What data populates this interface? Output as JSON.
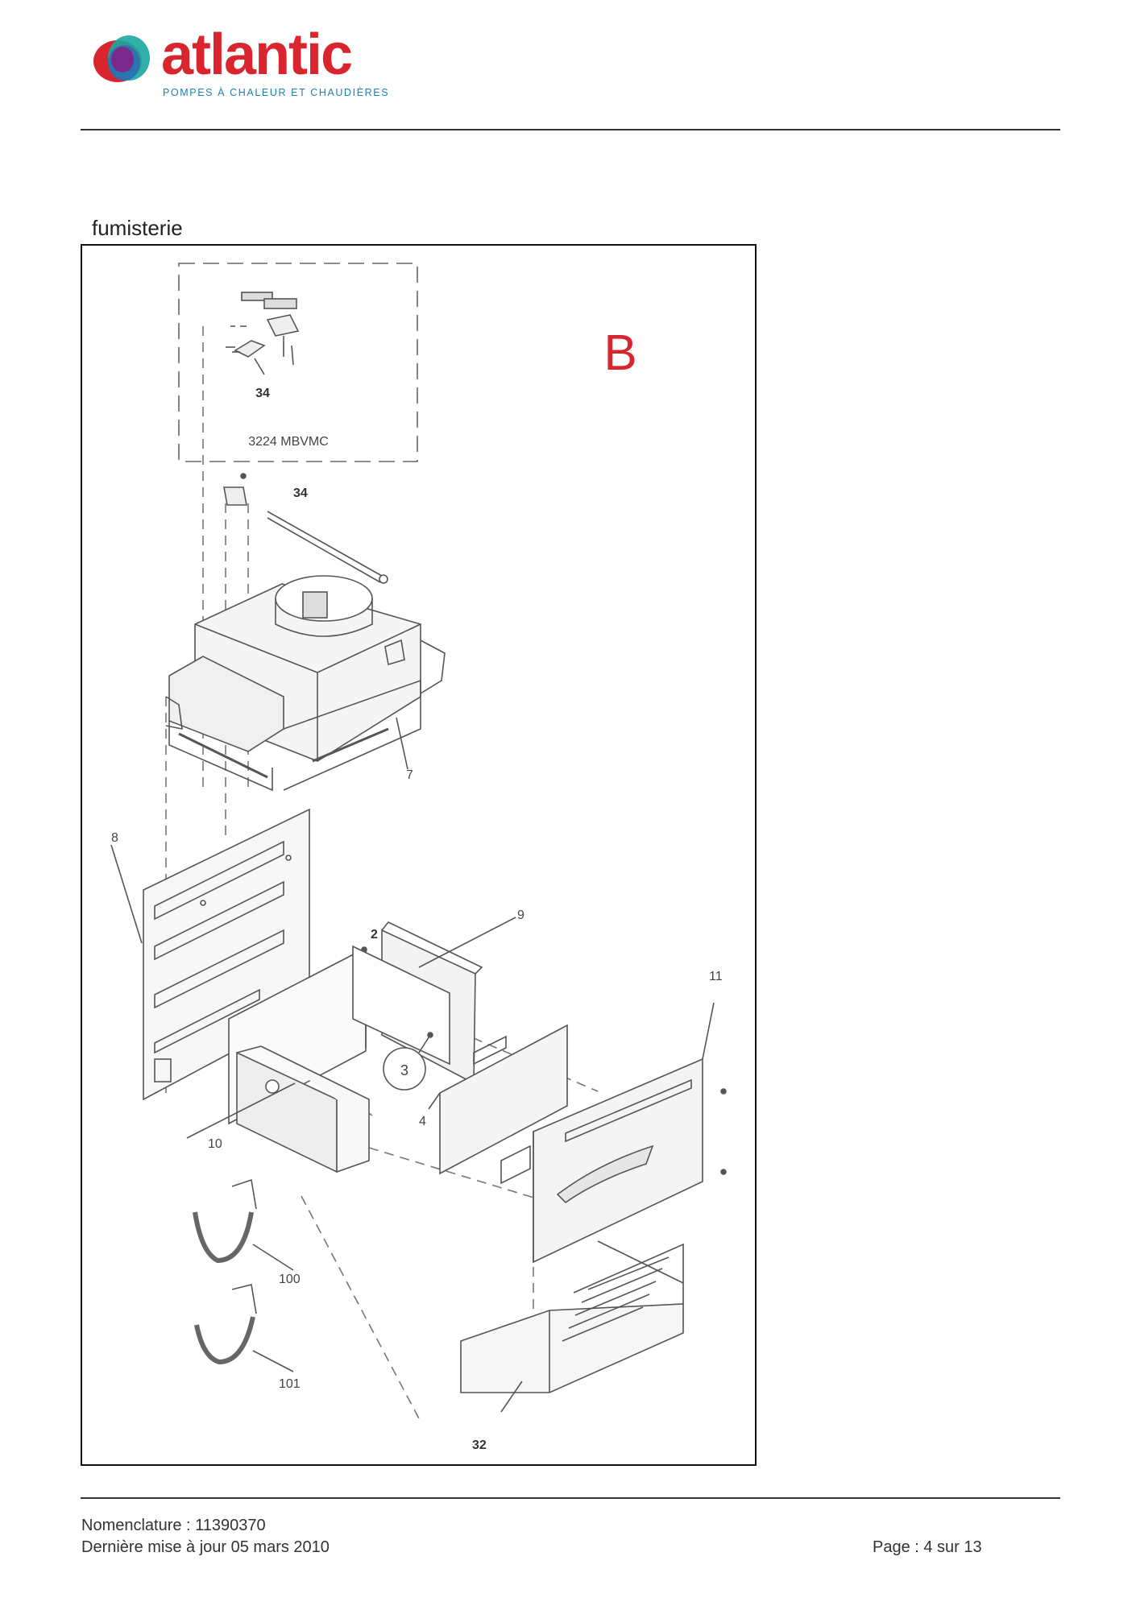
{
  "header": {
    "brand_name": "atlantic",
    "brand_tagline": "POMPES À CHALEUR ET CHAUDIÈRES",
    "brand_colors": {
      "red": "#d9262e",
      "purple": "#7b2a8c",
      "blue": "#1e7fb0",
      "teal": "#1aa7a0"
    },
    "logo_icon": "atlantic-swirl-logo"
  },
  "section": {
    "title": "fumisterie"
  },
  "diagram": {
    "view_letter": "B",
    "view_letter_color": "#d9262e",
    "inset_label": "3224 MBVMC",
    "callouts": {
      "c34a": "34",
      "c34b": "34",
      "c7": "7",
      "c8": "8",
      "c2": "2",
      "c9": "9",
      "c11": "11",
      "c3": "3",
      "c4": "4",
      "c10": "10",
      "c100": "100",
      "c101": "101",
      "c32": "32"
    }
  },
  "footer": {
    "nomenclature": "Nomenclature : 11390370",
    "updated": "Dernière mise à jour 05 mars 2010",
    "page": "Page : 4 sur 13"
  }
}
